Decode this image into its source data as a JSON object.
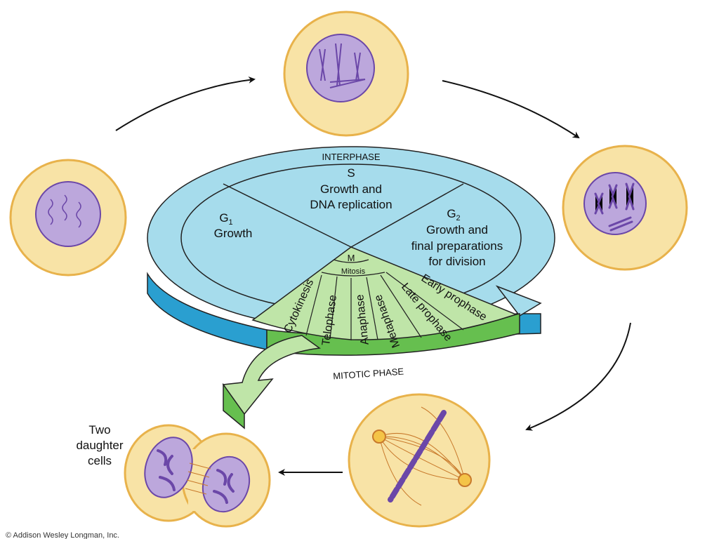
{
  "cycle": {
    "interphase_label": "INTERPHASE",
    "mitotic_phase_label": "MITOTIC PHASE",
    "s": {
      "letter": "S",
      "line1": "Growth and",
      "line2": "DNA replication"
    },
    "g1": {
      "letter": "G",
      "subscript": "1",
      "description": "Growth"
    },
    "g2": {
      "letter": "G",
      "subscript": "2",
      "line1": "Growth and",
      "line2": "final preparations",
      "line3": "for division"
    },
    "m": {
      "letter": "M",
      "mitosis": "Mitosis"
    },
    "mitosis_stages": [
      "Cytokinesis",
      "Telophase",
      "Anaphase",
      "Metaphase",
      "Late prophase",
      "Early prophase"
    ]
  },
  "cells": {
    "daughter_label_lines": [
      "Two",
      "daughter",
      "cells"
    ]
  },
  "credit": "© Addison Wesley Longman, Inc.",
  "colors": {
    "interphase_top": "#a6dcec",
    "interphase_side": "#2a9fd0",
    "mitotic_top": "#bfe5a8",
    "mitotic_side": "#66bf4f",
    "cell_fill": "#f8e3a6",
    "cell_border": "#e8b24b",
    "nucleus_fill": "#bca7dc",
    "chromosome": "#6b47a8",
    "outline": "#222222",
    "arrow": "#111111"
  }
}
